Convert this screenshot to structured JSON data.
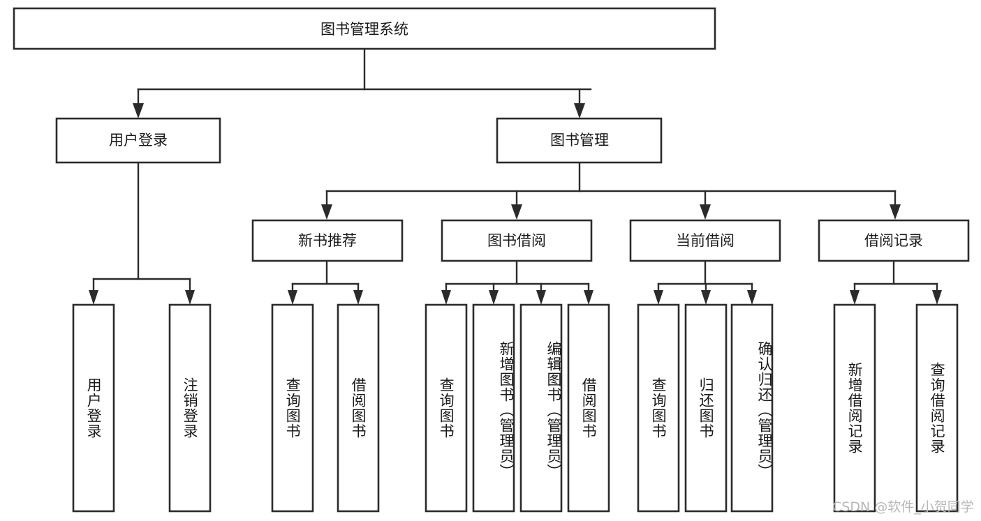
{
  "diagram": {
    "title": "图书管理系统",
    "type": "tree-hierarchy-functional-decomposition",
    "watermark": "CSDN @软件_小贺同学",
    "colors": {
      "box_stroke": "#2b2b2b",
      "box_fill": "#ffffff",
      "edge": "#2b2b2b",
      "text": "#1a1a1a",
      "background": "#ffffff",
      "watermark": "#b8b8b8"
    },
    "root": {
      "id": "root",
      "label": "图书管理系统"
    },
    "level1": [
      {
        "id": "user-login",
        "label": "用户登录"
      },
      {
        "id": "book-manage",
        "label": "图书管理"
      }
    ],
    "level2": [
      {
        "id": "new-book-recommend",
        "label": "新书推荐",
        "parent": "book-manage"
      },
      {
        "id": "book-borrow",
        "label": "图书借阅",
        "parent": "book-manage"
      },
      {
        "id": "current-borrow",
        "label": "当前借阅",
        "parent": "book-manage"
      },
      {
        "id": "borrow-record",
        "label": "借阅记录",
        "parent": "book-manage"
      }
    ],
    "leaves": {
      "user-login": [
        {
          "id": "leaf-user-login",
          "label": "用户登录"
        },
        {
          "id": "leaf-logout",
          "label": "注销登录"
        }
      ],
      "new-book-recommend": [
        {
          "id": "leaf-query-book-1",
          "label": "查询图书"
        },
        {
          "id": "leaf-borrow-book-1",
          "label": "借阅图书"
        }
      ],
      "book-borrow": [
        {
          "id": "leaf-query-book-2",
          "label": "查询图书"
        },
        {
          "id": "leaf-add-book",
          "label": "新增图书（管理员）"
        },
        {
          "id": "leaf-edit-book",
          "label": "编辑图书（管理员）"
        },
        {
          "id": "leaf-borrow-book-2",
          "label": "借阅图书"
        }
      ],
      "current-borrow": [
        {
          "id": "leaf-query-book-3",
          "label": "查询图书"
        },
        {
          "id": "leaf-return-book",
          "label": "归还图书"
        },
        {
          "id": "leaf-confirm-return",
          "label": "确认归还（管理员）"
        }
      ],
      "borrow-record": [
        {
          "id": "leaf-add-record",
          "label": "新增借阅记录"
        },
        {
          "id": "leaf-query-record",
          "label": "查询借阅记录"
        }
      ]
    }
  }
}
